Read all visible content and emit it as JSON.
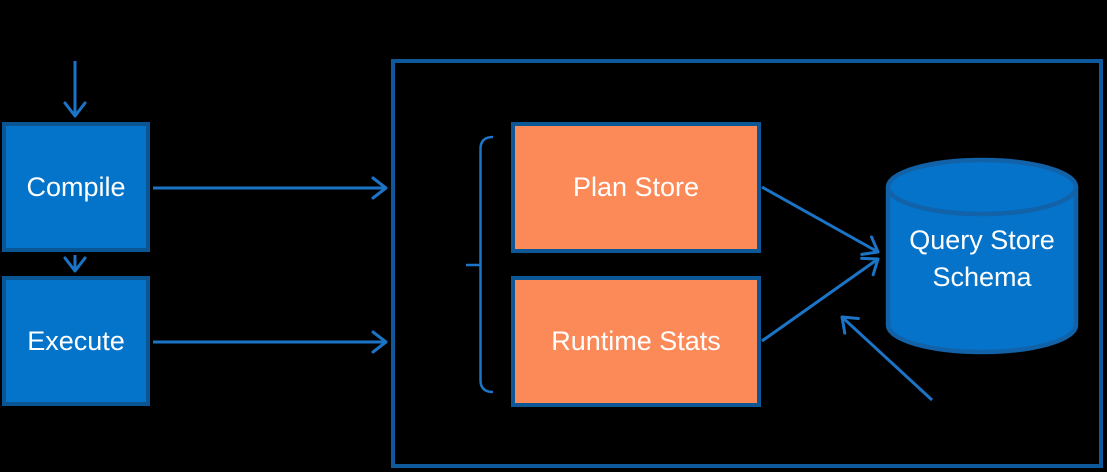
{
  "nodes": {
    "compile": {
      "label": "Compile"
    },
    "execute": {
      "label": "Execute"
    },
    "plan_store": {
      "label": "Plan Store"
    },
    "runtime_stats": {
      "label": "Runtime Stats"
    },
    "query_store_schema": {
      "label_line_1": "Query Store",
      "label_line_2": "Schema"
    }
  },
  "colors": {
    "background": "#000000",
    "node-blue-fill": "#0474CA",
    "node-blue-border": "#0A5694",
    "node-orange-fill": "#FC8A58",
    "node-orange-border": "#0C5795",
    "cylinder-fill": "#0473C9",
    "cylinder-border": "#1162A8",
    "connector-blue": "#1B74C6",
    "outer-border": "#0E599C",
    "text-white": "#FFFFFF"
  }
}
